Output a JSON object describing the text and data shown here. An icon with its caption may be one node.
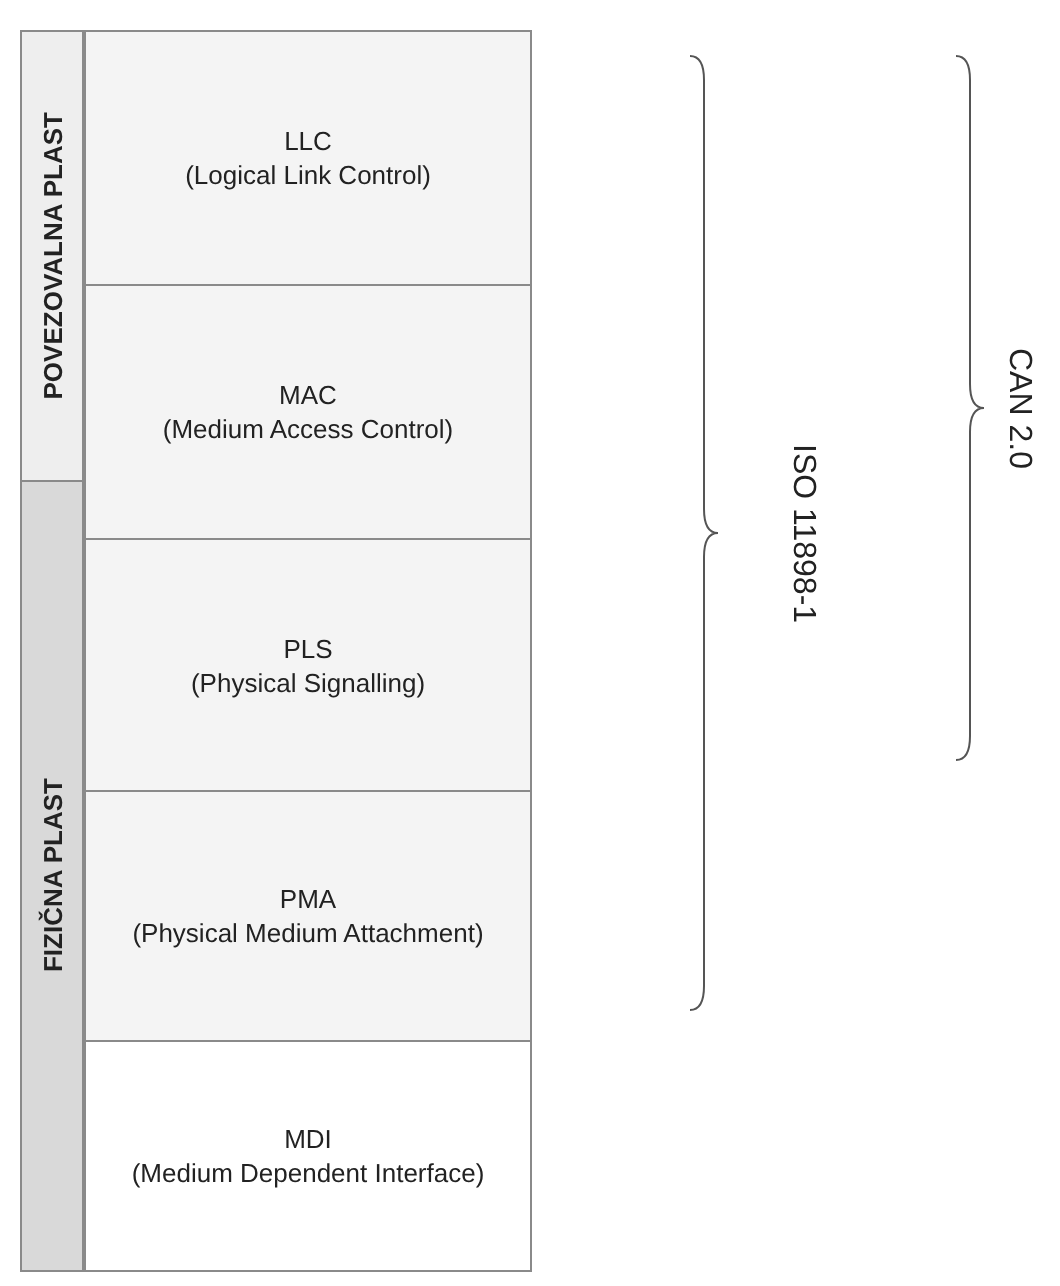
{
  "diagram": {
    "nodes": [
      {
        "text": [
          "POVEZOVALNA PLAST"
        ]
      },
      {
        "text": [
          "FIZIČNA PLAST"
        ]
      },
      {
        "text": [
          "LLC",
          "(Logical Link Control)"
        ]
      },
      {
        "text": [
          "MAC",
          "(Medium Access Control)"
        ]
      },
      {
        "text": [
          "PLS",
          "(Physical Signalling)"
        ]
      },
      {
        "text": [
          "PMA",
          "(Physical Medium Attachment)"
        ]
      },
      {
        "text": [
          "MDI",
          "(Medium Dependent Interface)"
        ]
      }
    ],
    "labels": [
      "ISO 11898-1",
      "CAN 2.0"
    ]
  }
}
